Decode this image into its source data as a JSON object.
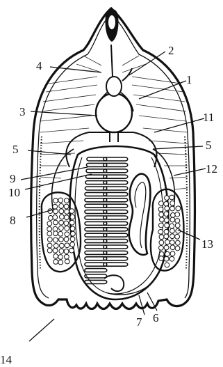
{
  "figure": {
    "callouts": [
      {
        "id": "1",
        "text": "1"
      },
      {
        "id": "2",
        "text": "2"
      },
      {
        "id": "3",
        "text": "3"
      },
      {
        "id": "4",
        "text": "4"
      },
      {
        "id": "5l",
        "text": "5"
      },
      {
        "id": "5r",
        "text": "5"
      },
      {
        "id": "6",
        "text": "6"
      },
      {
        "id": "7",
        "text": "7"
      },
      {
        "id": "8",
        "text": "8"
      },
      {
        "id": "9",
        "text": "9"
      },
      {
        "id": "10",
        "text": "10"
      },
      {
        "id": "11",
        "text": "11"
      },
      {
        "id": "12",
        "text": "12"
      },
      {
        "id": "13",
        "text": "13"
      },
      {
        "id": "14",
        "text": "14"
      }
    ]
  }
}
